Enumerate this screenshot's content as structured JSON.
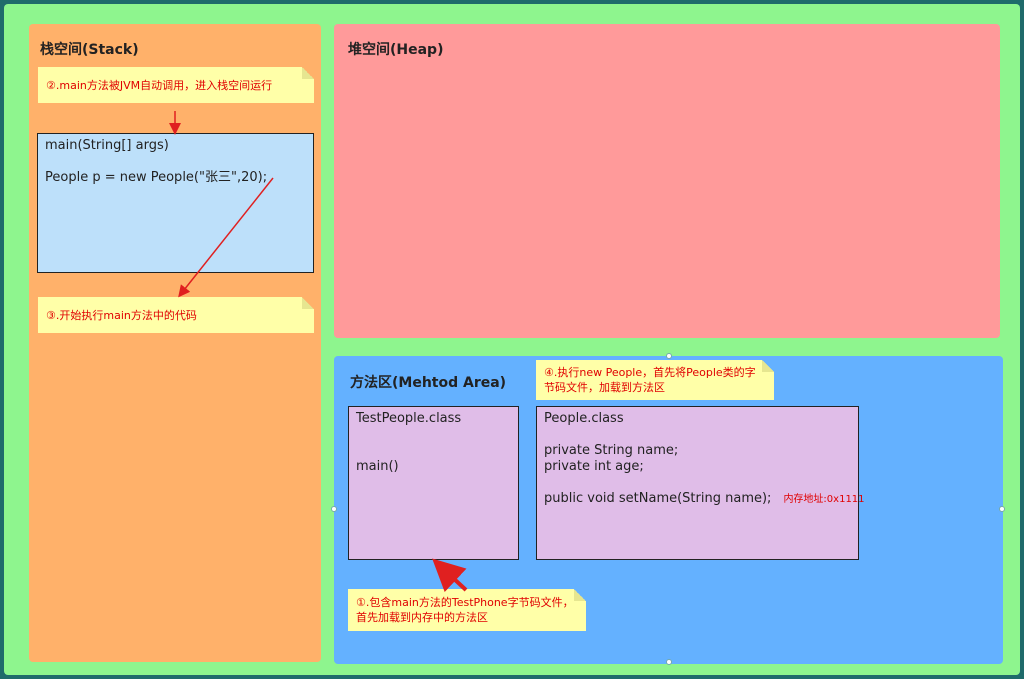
{
  "stack": {
    "title": "栈空间(Stack)",
    "note_main_called": "②.main方法被JVM自动调用，进入栈空间运行",
    "frame": {
      "line1": "main(String[] args)",
      "line2": "People p = new People(\"张三\",20);"
    },
    "note_start_exec": "③.开始执行main方法中的代码"
  },
  "heap": {
    "title": "堆空间(Heap)"
  },
  "method_area": {
    "title": "方法区(Mehtod Area)",
    "note_new_people": "④.执行new People，首先将People类的字节码文件，加载到方法区",
    "test_people_class": {
      "name": "TestPeople.class",
      "method": "main()"
    },
    "people_class": {
      "name": "People.class",
      "field1": "private String name;",
      "field2": "private int age;",
      "method": "public void setName(String name);",
      "address": "内存地址:0x1111"
    },
    "note_load_testphone": "①.包含main方法的TestPhone字节码文件，首先加载到内存中的方法区"
  },
  "colors": {
    "stack_bg": "#ffb16a",
    "heap_bg": "#ff9a9a",
    "method_bg": "#64b1ff",
    "note_text": "#e00000",
    "arrow": "#e02020"
  }
}
